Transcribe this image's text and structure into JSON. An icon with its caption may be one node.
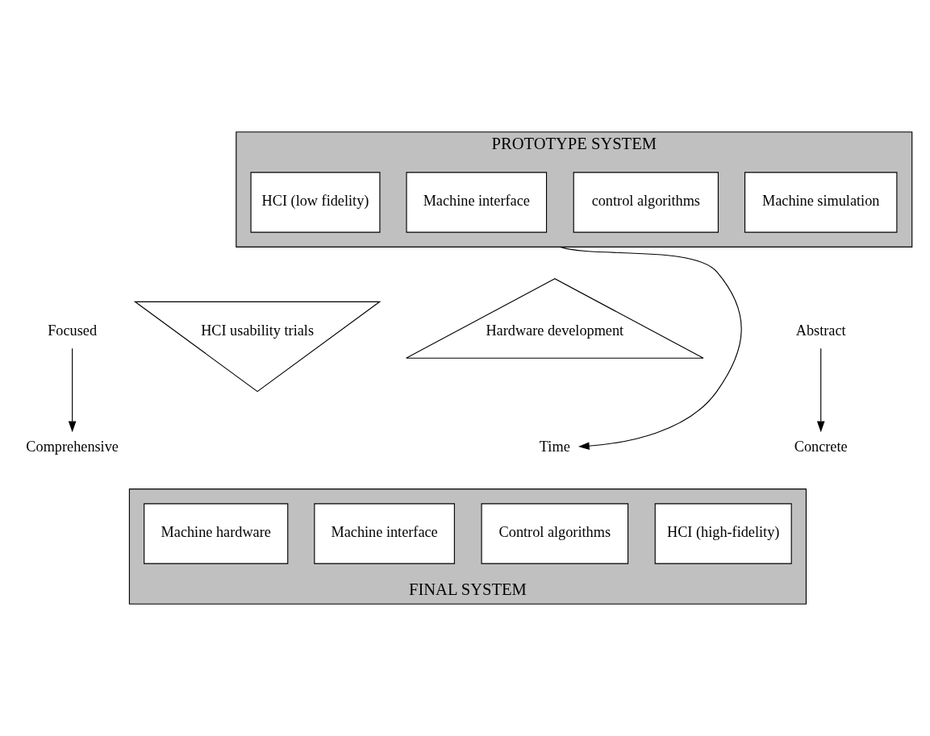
{
  "diagram": {
    "nodes": [
      {
        "text": [
          "PROTOTYPE SYSTEM"
        ]
      },
      {
        "text": [
          "HCI (low fidelity)"
        ],
        "in": 0
      },
      {
        "text": [
          "control algorithms"
        ],
        "in": 0
      },
      {
        "text": [
          "Machine interface"
        ],
        "in": 0
      },
      {
        "text": [
          "Machine simulation"
        ],
        "in": 0
      },
      {
        "text": [
          "Focused"
        ]
      },
      {
        "text": [
          "HCI usability trials"
        ]
      },
      {
        "text": [
          "Hardware development"
        ]
      },
      {
        "text": [
          "Abstract"
        ]
      },
      {
        "text": [
          "Comprehensive"
        ]
      },
      {
        "text": [
          "Concrete"
        ]
      },
      {
        "text": [
          "Time"
        ]
      },
      {
        "text": [
          "FINAL SYSTEM"
        ]
      },
      {
        "text": [
          "HCI (high-fidelity)"
        ],
        "in": 12
      },
      {
        "text": [
          "Control algorithms"
        ],
        "in": 12
      },
      {
        "text": [
          "Machine interface"
        ],
        "in": 12
      },
      {
        "text": [
          "Machine hardware"
        ],
        "in": 12
      }
    ],
    "edges": [
      {
        "from": 5,
        "to": 9,
        "arrow": "to"
      },
      {
        "from": 8,
        "to": 10,
        "arrow": "to"
      },
      {
        "from": 0,
        "to": 11,
        "arrow": "to"
      }
    ]
  }
}
